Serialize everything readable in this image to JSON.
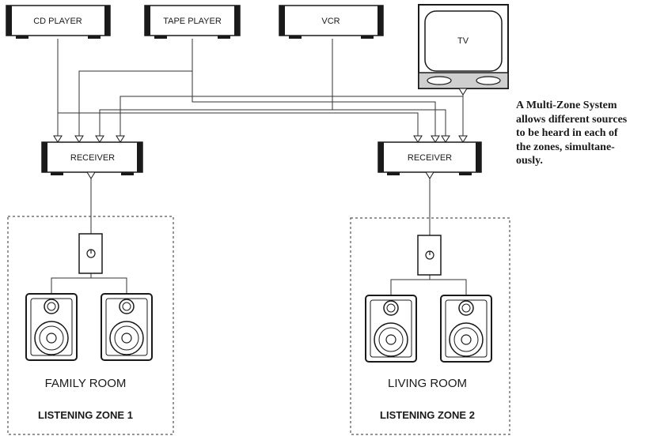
{
  "devices": {
    "cd_player": "CD PLAYER",
    "tape_player": "TAPE PLAYER",
    "vcr": "VCR",
    "tv": "TV",
    "receiver_1": "RECEIVER",
    "receiver_2": "RECEIVER"
  },
  "zones": [
    {
      "room": "FAMILY ROOM",
      "zone": "LISTENING ZONE 1"
    },
    {
      "room": "LIVING ROOM",
      "zone": "LISTENING ZONE 2"
    }
  ],
  "caption": {
    "lines": [
      "A Multi-Zone System",
      "allows different sources",
      "to be heard in each of",
      "the zones, simultane-",
      "ously."
    ]
  }
}
